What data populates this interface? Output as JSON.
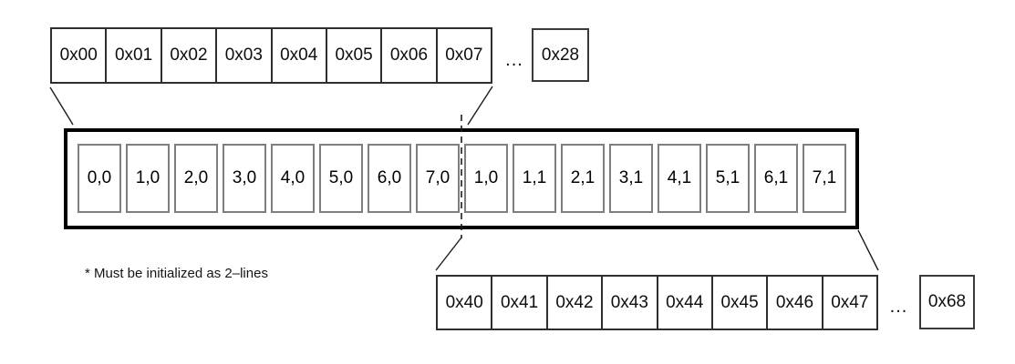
{
  "note": "* Must be initialized as 2–lines",
  "upper_memory_row": {
    "cells": [
      "0x00",
      "0x01",
      "0x02",
      "0x03",
      "0x04",
      "0x05",
      "0x06",
      "0x07"
    ],
    "gap": "...",
    "last_cell": "0x28"
  },
  "cache_line": {
    "cells": [
      "0,0",
      "1,0",
      "2,0",
      "3,0",
      "4,0",
      "5,0",
      "6,0",
      "7,0",
      "1,0",
      "1,1",
      "2,1",
      "3,1",
      "4,1",
      "5,1",
      "6,1",
      "7,1"
    ]
  },
  "lower_memory_row": {
    "cells": [
      "0x40",
      "0x41",
      "0x42",
      "0x43",
      "0x44",
      "0x45",
      "0x46",
      "0x47"
    ],
    "gap": "...",
    "last_cell": "0x68"
  },
  "colors": {
    "background": "#ffffff",
    "strip_border": "#2e2e2e",
    "cell_border": "#7e7e7e",
    "thick_border": "#000000",
    "connector": "#1c1c1c"
  }
}
